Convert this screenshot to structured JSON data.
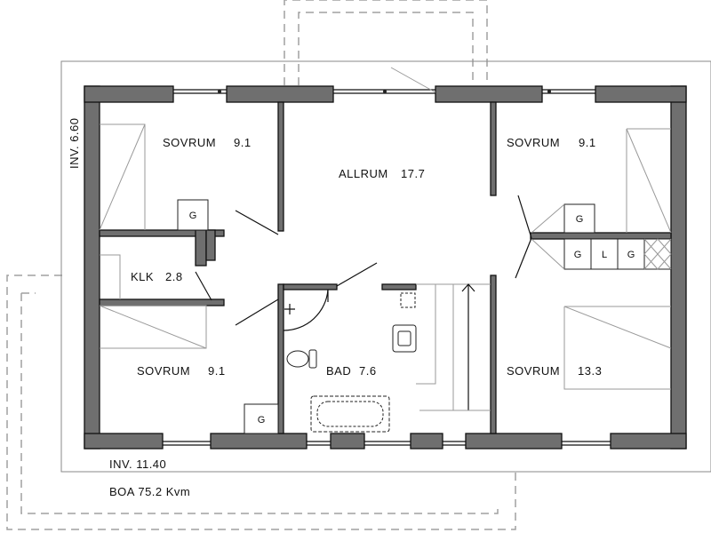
{
  "plan": {
    "rooms": [
      {
        "name": "SOVRUM",
        "area": "9.1"
      },
      {
        "name": "ALLRUM",
        "area": "17.7"
      },
      {
        "name": "SOVRUM",
        "area": "9.1"
      },
      {
        "name": "KLK",
        "area": "2.8"
      },
      {
        "name": "SOVRUM",
        "area": "9.1"
      },
      {
        "name": "BAD",
        "area": "7.6"
      },
      {
        "name": "SOVRUM",
        "area": "13.3"
      }
    ],
    "inv_width": "INV. 11.40",
    "inv_depth": "INV. 6.60",
    "boa": "BOA 75.2 Kvm",
    "wardrobe_g": "G",
    "wardrobe_l": "L"
  }
}
